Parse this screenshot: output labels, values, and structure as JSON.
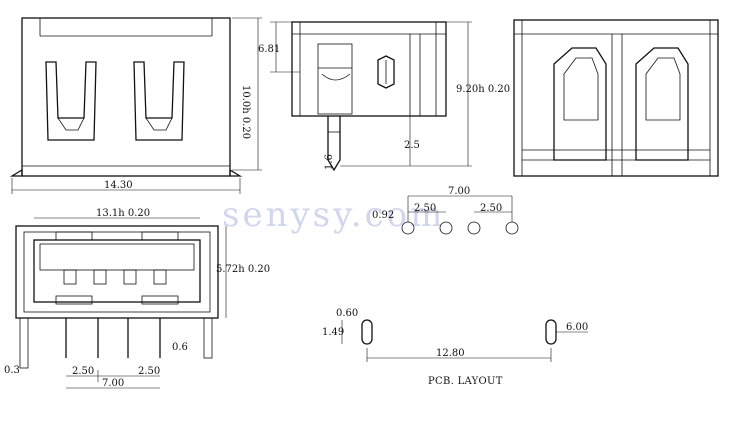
{
  "watermark": "senysy.com",
  "caption": "PCB. LAYOUT",
  "dims": {
    "top_width": "14.30",
    "top_height": "10.0h 0.20",
    "side_height_top": "6.81",
    "side_height_total": "9.20h 0.20",
    "side_pin_len": "2.5",
    "side_pin_w": "1.6",
    "front_width": "13.1h 0.20",
    "front_height": "5.72h 0.20",
    "front_pin_w": "0.6",
    "front_offset": "0.3",
    "front_pitch_left": "2.50",
    "front_pitch_right": "2.50",
    "front_span": "7.00",
    "pcb_span": "7.00",
    "pcb_pitch_left": "2.50",
    "pcb_pitch_right": "2.50",
    "pcb_hole": "0.92",
    "pcb_slot_w": "0.60",
    "pcb_slot_h": "1.49",
    "pcb_slot_dist": "12.80",
    "pcb_right_dim": "6.00"
  }
}
